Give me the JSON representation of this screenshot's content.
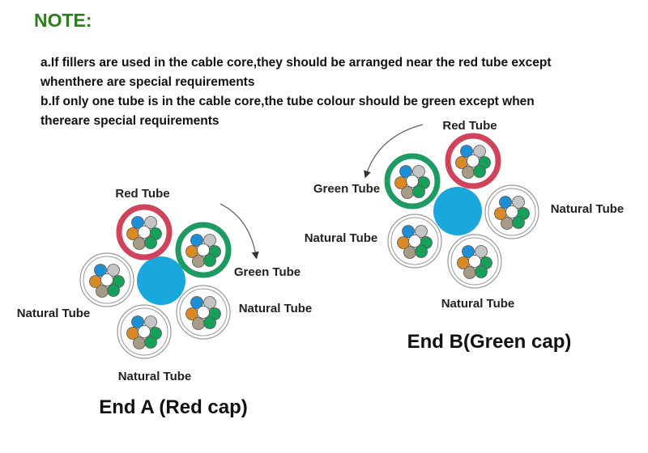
{
  "note": {
    "title": "NOTE:",
    "lines": [
      "a.If fillers are used in the cable core,they should be arranged near the red tube except",
      "whenthere are special requirements",
      "b.If only one tube is in the cable core,the tube colour should be green except when",
      "thereare special requirements"
    ]
  },
  "colors": {
    "red_tube": "#d1435b",
    "green_tube": "#1e9a63",
    "filler": "#1aa7dc",
    "natural_ring": "#999999",
    "fiber_blue": "#1d8fd6",
    "fiber_orange": "#d98a26",
    "fiber_green": "#17a05a",
    "fiber_grey": "#c4c4c4",
    "fiber_brown": "#a69b85",
    "fiber_white": "#ffffff",
    "title_green": "#2e7d1f"
  },
  "end_a": {
    "caption": "End A (Red cap)",
    "labels": {
      "red": "Red Tube",
      "green": "Green Tube",
      "natural_right": "Natural Tube",
      "natural_bottom": "Natural Tube",
      "natural_left": "Natural Tube"
    }
  },
  "end_b": {
    "caption": "End B(Green cap)",
    "labels": {
      "red": "Red Tube",
      "green": "Green Tube",
      "natural_right": "Natural Tube",
      "natural_bottom": "Natural Tube",
      "natural_left": "Natural Tube"
    }
  }
}
